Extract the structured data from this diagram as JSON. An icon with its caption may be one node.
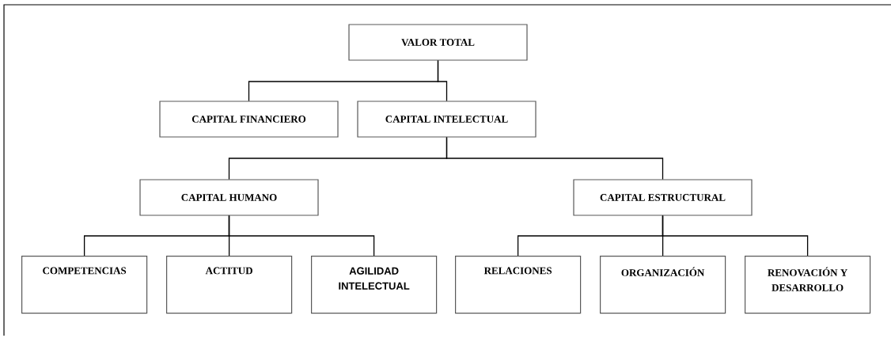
{
  "diagram": {
    "nodes": [
      {
        "text": [
          "VALOR TOTAL"
        ]
      },
      {
        "text": [
          "CAPITAL FINANCIERO"
        ]
      },
      {
        "text": [
          "CAPITAL INTELECTUAL"
        ]
      },
      {
        "text": [
          "CAPITAL HUMANO"
        ]
      },
      {
        "text": [
          "CAPITAL ESTRUCTURAL"
        ]
      },
      {
        "text": [
          "COMPETENCIAS"
        ]
      },
      {
        "text": [
          "ACTITUD"
        ]
      },
      {
        "text": [
          "AGILIDAD INTELECTUAL"
        ]
      },
      {
        "text": [
          "RELACIONES"
        ]
      },
      {
        "text": [
          "ORGANIZACIÓN"
        ]
      },
      {
        "text": [
          "RENOVACIÓN Y DESARROLLO"
        ]
      }
    ],
    "edges": [
      {
        "from": 0,
        "to": 1,
        "arrow": "none"
      },
      {
        "from": 0,
        "to": 2,
        "arrow": "none"
      },
      {
        "from": 2,
        "to": 3,
        "arrow": "none"
      },
      {
        "from": 2,
        "to": 4,
        "arrow": "none"
      },
      {
        "from": 3,
        "to": 5,
        "arrow": "none"
      },
      {
        "from": 3,
        "to": 6,
        "arrow": "none"
      },
      {
        "from": 3,
        "to": 7,
        "arrow": "none"
      },
      {
        "from": 4,
        "to": 8,
        "arrow": "none"
      },
      {
        "from": 4,
        "to": 9,
        "arrow": "none"
      },
      {
        "from": 4,
        "to": 10,
        "arrow": "none"
      }
    ]
  }
}
